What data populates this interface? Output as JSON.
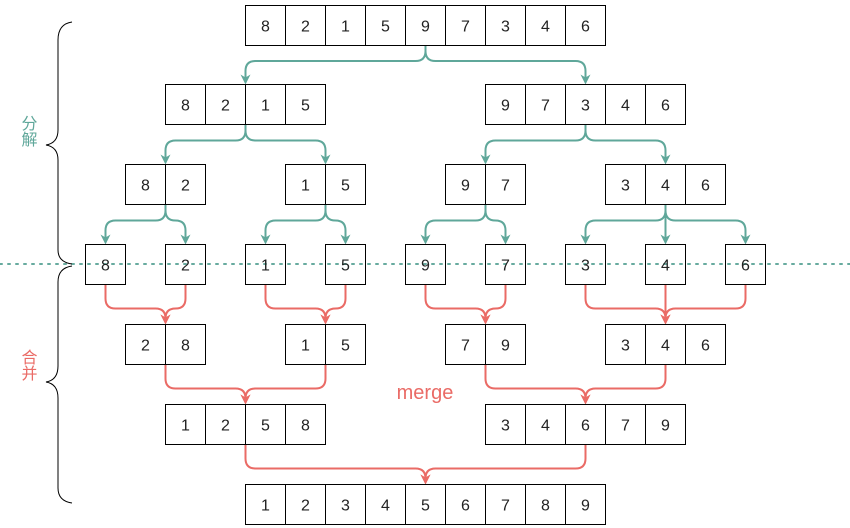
{
  "colors": {
    "split": "#5fa79a",
    "merge": "#ea6b66",
    "box_border": "#000000",
    "text": "#222222",
    "divider": "#67ab9f"
  },
  "labels": {
    "split": "分解",
    "merge_side": "合并",
    "merge_center": "merge"
  },
  "levels": [
    {
      "name": "input",
      "arrays": [
        [
          8,
          2,
          1,
          5,
          9,
          7,
          3,
          4,
          6
        ]
      ]
    },
    {
      "name": "split-1",
      "arrays": [
        [
          8,
          2,
          1,
          5
        ],
        [
          9,
          7,
          3,
          4,
          6
        ]
      ]
    },
    {
      "name": "split-2",
      "arrays": [
        [
          8,
          2
        ],
        [
          1,
          5
        ],
        [
          9,
          7
        ],
        [
          3,
          4,
          6
        ]
      ]
    },
    {
      "name": "singles",
      "arrays": [
        [
          8
        ],
        [
          2
        ],
        [
          1
        ],
        [
          5
        ],
        [
          9
        ],
        [
          7
        ],
        [
          3
        ],
        [
          4
        ],
        [
          6
        ]
      ]
    },
    {
      "name": "merge-1",
      "arrays": [
        [
          2,
          8
        ],
        [
          1,
          5
        ],
        [
          7,
          9
        ],
        [
          3,
          4,
          6
        ]
      ]
    },
    {
      "name": "merge-2",
      "arrays": [
        [
          1,
          2,
          5,
          8
        ],
        [
          3,
          4,
          6,
          7,
          9
        ]
      ]
    },
    {
      "name": "output",
      "arrays": [
        [
          1,
          2,
          3,
          4,
          5,
          6,
          7,
          8,
          9
        ]
      ]
    }
  ]
}
